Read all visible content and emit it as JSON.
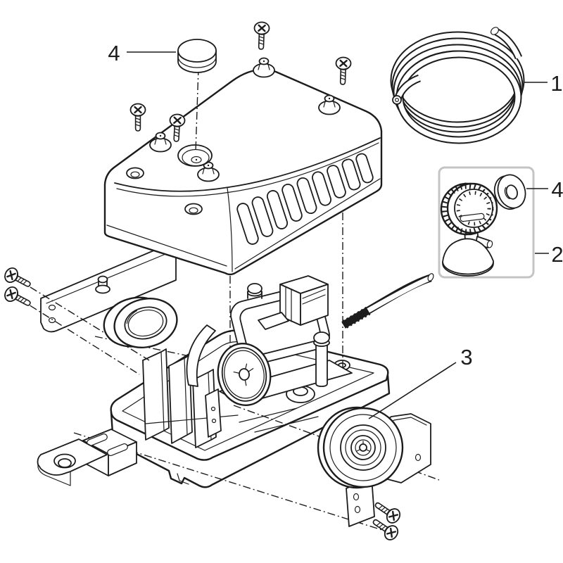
{
  "diagram": {
    "type": "exploded-parts-diagram",
    "subject": "air-pump",
    "colors": {
      "background": "#ffffff",
      "line": "#1c1c1c",
      "kit_box_border": "#c4c4c4"
    },
    "callouts": {
      "air_hose": {
        "number": "1"
      },
      "gauge_kit": {
        "number": "2"
      },
      "damper_wheel": {
        "number": "3"
      },
      "cover_cap": {
        "number": "4"
      },
      "gauge_washer": {
        "number": "4"
      }
    }
  }
}
